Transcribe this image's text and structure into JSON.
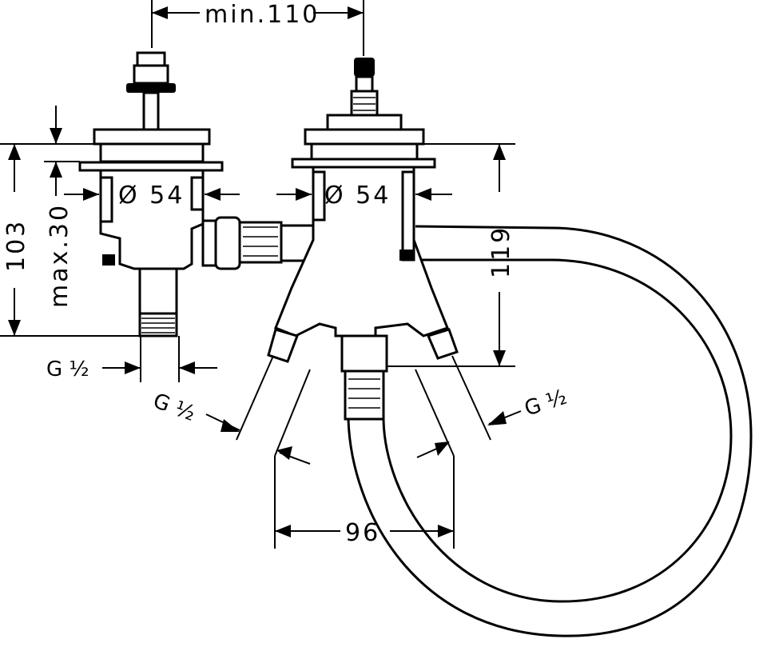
{
  "dimensions": {
    "min_width": "min.110",
    "height_total": "103",
    "height_max": "max.30",
    "height_right": "119",
    "spacing_bottom": "96",
    "diameter_left": "Ø 54",
    "diameter_right": "Ø 54"
  },
  "threads": {
    "left_bottom": "G ½",
    "center_left": "G ½",
    "right": "G ½"
  }
}
